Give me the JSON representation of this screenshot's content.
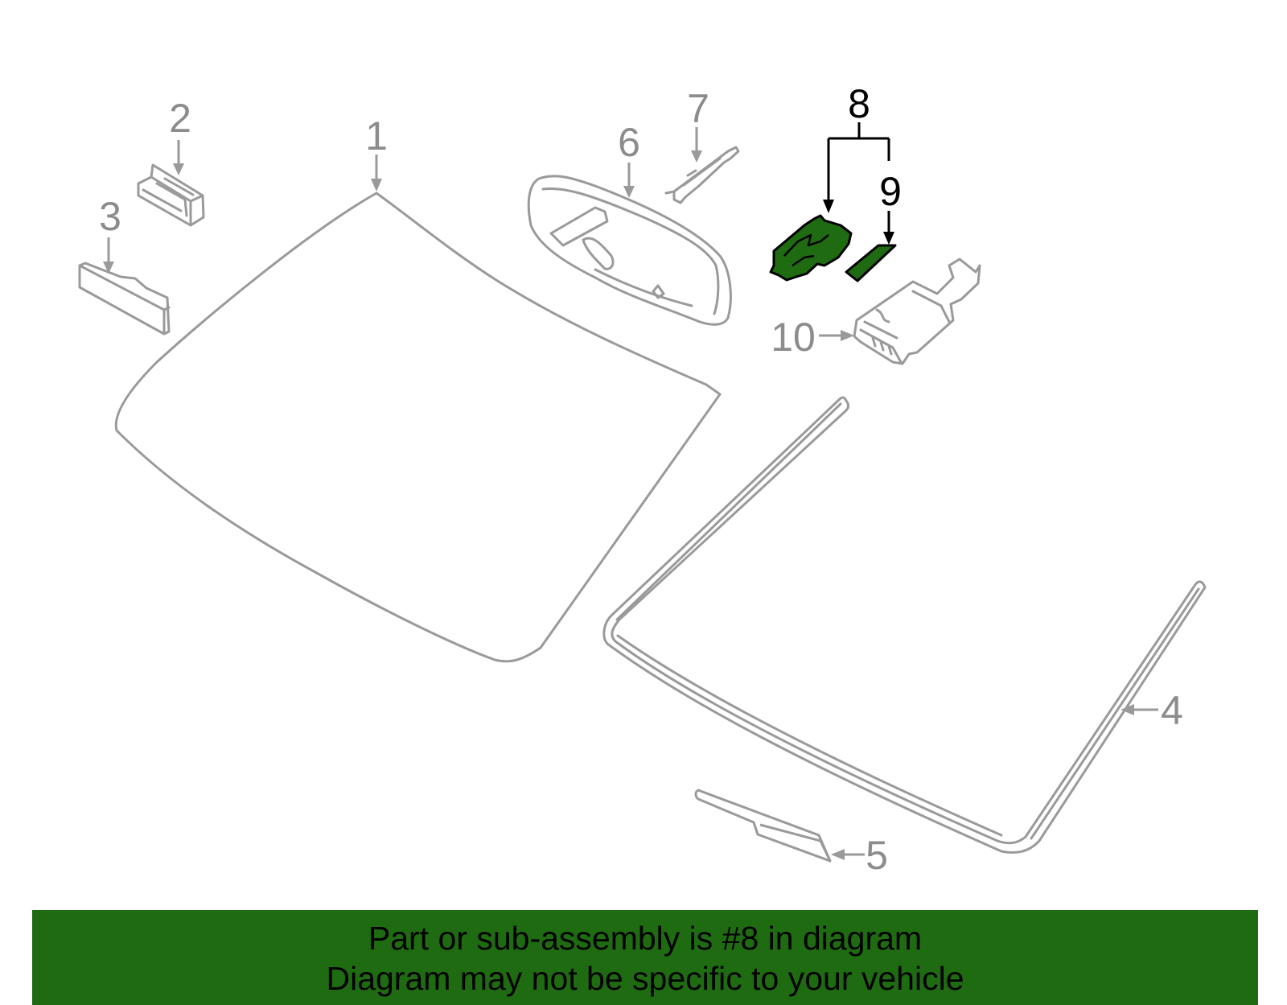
{
  "diagram": {
    "callouts": [
      {
        "id": "1",
        "label": "1"
      },
      {
        "id": "2",
        "label": "2"
      },
      {
        "id": "3",
        "label": "3"
      },
      {
        "id": "4",
        "label": "4"
      },
      {
        "id": "5",
        "label": "5"
      },
      {
        "id": "6",
        "label": "6"
      },
      {
        "id": "7",
        "label": "7"
      },
      {
        "id": "8",
        "label": "8",
        "highlighted": true
      },
      {
        "id": "9",
        "label": "9",
        "highlighted": true
      },
      {
        "id": "10",
        "label": "10"
      }
    ],
    "colors": {
      "part_stroke": "#9a9a9a",
      "label_gray": "#8c8c8c",
      "highlight_fill": "#1f6b12",
      "banner_bg": "#1f6b12",
      "text_dark": "#000000"
    }
  },
  "banner": {
    "line1": "Part or sub-assembly is #8 in diagram",
    "line2": "Diagram may not be specific to your vehicle"
  }
}
